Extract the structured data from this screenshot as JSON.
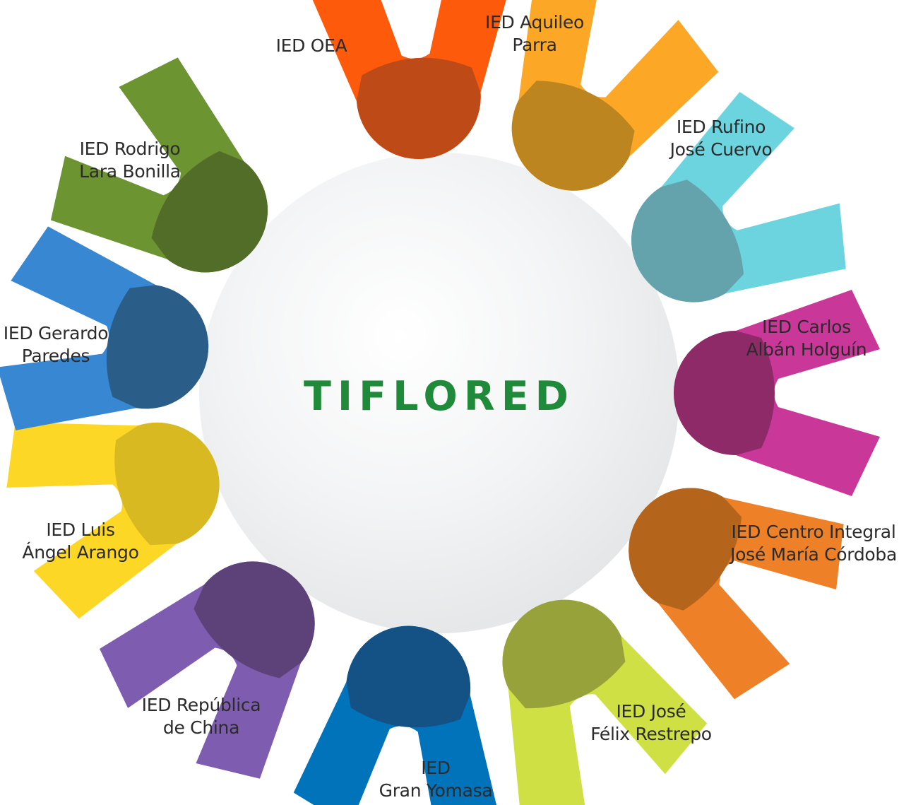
{
  "center": {
    "title": "TIFLORED",
    "title_color": "#1e8a3a"
  },
  "items": [
    {
      "lines": [
        "IED OEA"
      ],
      "color": "#fd5a0c",
      "shade": "#bd4a17"
    },
    {
      "lines": [
        "IED  Aquileo",
        "Parra"
      ],
      "color": "#fca726",
      "shade": "#bd8520"
    },
    {
      "lines": [
        "IED  Rufino",
        "José Cuervo"
      ],
      "color": "#6cd4df",
      "shade": "#64a2ac"
    },
    {
      "lines": [
        "IED Carlos",
        "Albán Holguín"
      ],
      "color": "#c93799",
      "shade": "#8f2a68"
    },
    {
      "lines": [
        "IED Centro Integral",
        "José María Córdoba"
      ],
      "color": "#ee8027",
      "shade": "#b4641b"
    },
    {
      "lines": [
        "IED  José",
        "Félix Restrepo"
      ],
      "color": "#cfe044",
      "shade": "#98a23b"
    },
    {
      "lines": [
        "IED",
        "Gran Yomasa"
      ],
      "color": "#0073bb",
      "shade": "#145184"
    },
    {
      "lines": [
        "IED República",
        "de China"
      ],
      "color": "#7e5cb0",
      "shade": "#5d4279"
    },
    {
      "lines": [
        "IED Luis",
        "Ángel Arango"
      ],
      "color": "#fdd725",
      "shade": "#d9b921"
    },
    {
      "lines": [
        "IED Gerardo",
        "Paredes"
      ],
      "color": "#3887d2",
      "shade": "#2b5d89"
    },
    {
      "lines": [
        "IED Rodrigo",
        "Lara Bonilla"
      ],
      "color": "#6c9431",
      "shade": "#516d28"
    }
  ]
}
